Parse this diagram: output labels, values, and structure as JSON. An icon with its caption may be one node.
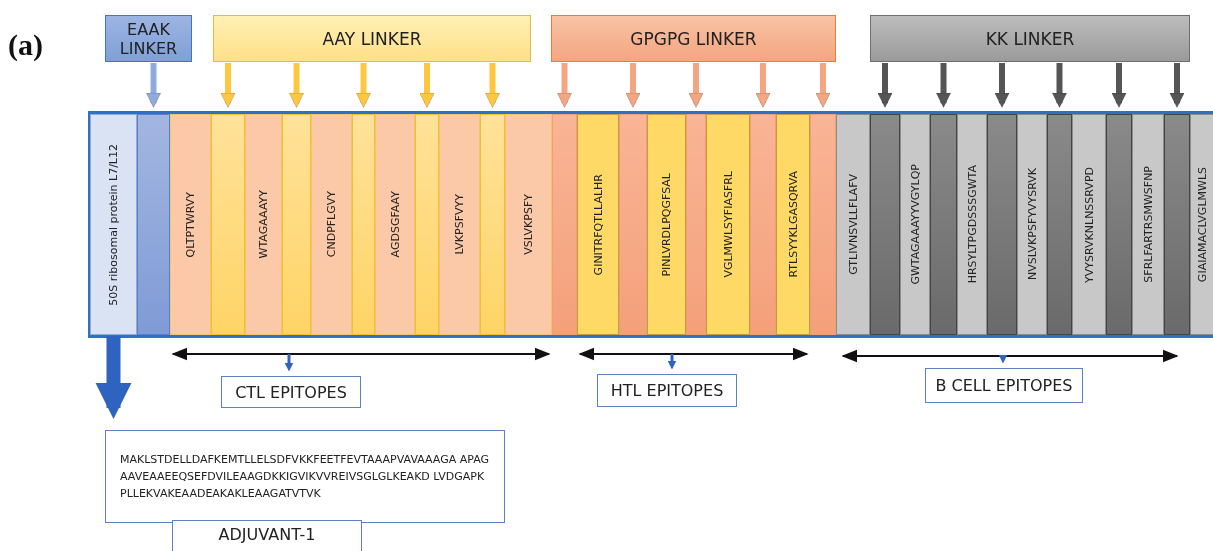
{
  "diagram": {
    "nodes": [
      {
        "text": [
          "EAAK LINKER"
        ]
      },
      {
        "text": [
          "AAY LINKER"
        ]
      },
      {
        "text": [
          "GPGPG LINKER"
        ]
      },
      {
        "text": [
          "KK LINKER"
        ]
      },
      {
        "text": [
          "50S ribosomal protein L7/L12"
        ]
      },
      {
        "text": [],
        "shape": "box"
      },
      {
        "text": [
          "QLTPTWRVY"
        ]
      },
      {
        "text": [],
        "shape": "box"
      },
      {
        "text": [
          "WTAGAAAYY"
        ]
      },
      {
        "text": [],
        "shape": "box"
      },
      {
        "text": [
          "CNDPFLGVY"
        ]
      },
      {
        "text": [],
        "shape": "box"
      },
      {
        "text": [
          "AGDSGFAAY"
        ]
      },
      {
        "text": [],
        "shape": "box"
      },
      {
        "text": [
          "LVKPSFVYY"
        ]
      },
      {
        "text": [],
        "shape": "box"
      },
      {
        "text": [
          "VSLVKPSFY"
        ]
      },
      {
        "text": [],
        "shape": "box"
      },
      {
        "text": [
          "GINITRFQTLLALHR"
        ]
      },
      {
        "text": [],
        "shape": "box"
      },
      {
        "text": [
          "PINLVRDLPQGFSAL"
        ]
      },
      {
        "text": [],
        "shape": "box"
      },
      {
        "text": [
          "VGLMWLSYFIASFRL"
        ]
      },
      {
        "text": [],
        "shape": "box"
      },
      {
        "text": [
          "RTLSYYKLGASQRVA"
        ]
      },
      {
        "text": [],
        "shape": "box"
      },
      {
        "text": [
          "GTLIVNSVLLFLAFV"
        ]
      },
      {
        "text": [],
        "shape": "box"
      },
      {
        "text": [
          "GWTAGAAAYYVGYLQP"
        ]
      },
      {
        "text": [],
        "shape": "box"
      },
      {
        "text": [
          "HRSYLTPGDSSSGWTA"
        ]
      },
      {
        "text": [],
        "shape": "box"
      },
      {
        "text": [
          "NVSLVKPSFYVYSRVK"
        ]
      },
      {
        "text": [],
        "shape": "box"
      },
      {
        "text": [
          "YVYSRVKNLNSSRVPD"
        ]
      },
      {
        "text": [],
        "shape": "box"
      },
      {
        "text": [
          "SFRLFARTRSMWSFNP"
        ]
      },
      {
        "text": [],
        "shape": "box"
      },
      {
        "text": [
          "GIAIAMACLVGLMWLS"
        ]
      },
      {
        "text": [
          "CTL EPITOPES"
        ]
      },
      {
        "text": [
          "HTL EPITOPES"
        ]
      },
      {
        "text": [
          "B CELL EPITOPES"
        ]
      },
      {
        "text": [
          "MAKLSTDELLDAFKEMTLLELSDFVKKFEETFEVTAAAPVAVAAAGA APAGAAVEAAEEQSEFDVILEAAGDKKIGVIKVVREIVSGLGLKEAKD LVDGAPKPLLEKVAKEAADEAKAKLEAAGATVTVK"
        ]
      },
      {
        "text": [
          "ADJUVANT-1"
        ]
      }
    ],
    "edges": [
      {
        "from": 0,
        "to": 5,
        "arrow": "to",
        "color": "#8faadc"
      },
      {
        "from": 1,
        "to": 7,
        "arrow": "to",
        "color": "#ffc640"
      },
      {
        "from": 1,
        "to": 9,
        "arrow": "to",
        "color": "#ffc640"
      },
      {
        "from": 1,
        "to": 11,
        "arrow": "to",
        "color": "#ffc640"
      },
      {
        "from": 1,
        "to": 13,
        "arrow": "to",
        "color": "#ffc640"
      },
      {
        "from": 1,
        "to": 15,
        "arrow": "to",
        "color": "#ffc640"
      },
      {
        "from": 2,
        "to": 17,
        "arrow": "to",
        "color": "#f4a582"
      },
      {
        "from": 2,
        "to": 19,
        "arrow": "to",
        "color": "#f4a582"
      },
      {
        "from": 2,
        "to": 21,
        "arrow": "to",
        "color": "#f4a582"
      },
      {
        "from": 2,
        "to": 23,
        "arrow": "to",
        "color": "#f4a582"
      },
      {
        "from": 2,
        "to": 25,
        "arrow": "to",
        "color": "#f4a582"
      },
      {
        "from": 3,
        "to": 27,
        "arrow": "to"
      },
      {
        "from": 3,
        "to": 29,
        "arrow": "to"
      },
      {
        "from": 3,
        "to": 31,
        "arrow": "to"
      },
      {
        "from": 3,
        "to": 33,
        "arrow": "to"
      },
      {
        "from": 3,
        "to": 35,
        "arrow": "to"
      },
      {
        "from": 3,
        "to": 37,
        "arrow": "to"
      },
      {
        "from": 4,
        "to": 42,
        "arrow": "to",
        "style": "thick",
        "color": "#2e63c0"
      }
    ],
    "labels": [
      "(a)"
    ]
  }
}
